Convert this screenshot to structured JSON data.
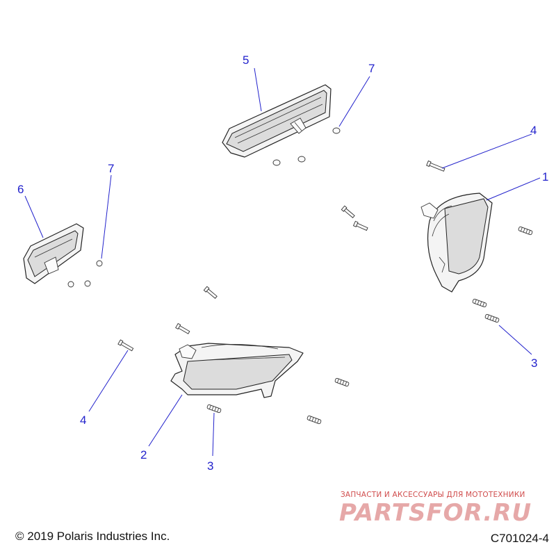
{
  "callouts": {
    "c1": "1",
    "c2": "2",
    "c3a": "3",
    "c3b": "3",
    "c4a": "4",
    "c4b": "4",
    "c5": "5",
    "c6": "6",
    "c7a": "7",
    "c7b": "7"
  },
  "footer": {
    "copyright": "© 2019 Polaris Industries Inc.",
    "drawing_code": "C701024-4"
  },
  "watermark": {
    "tagline": "ЗАПЧАСТИ И АКСЕССУАРЫ ДЛЯ МОТОТЕХНИКИ",
    "brand": "PARTSFOR.RU"
  },
  "colors": {
    "callout": "#2222cc",
    "watermark": "#d04c4c"
  }
}
